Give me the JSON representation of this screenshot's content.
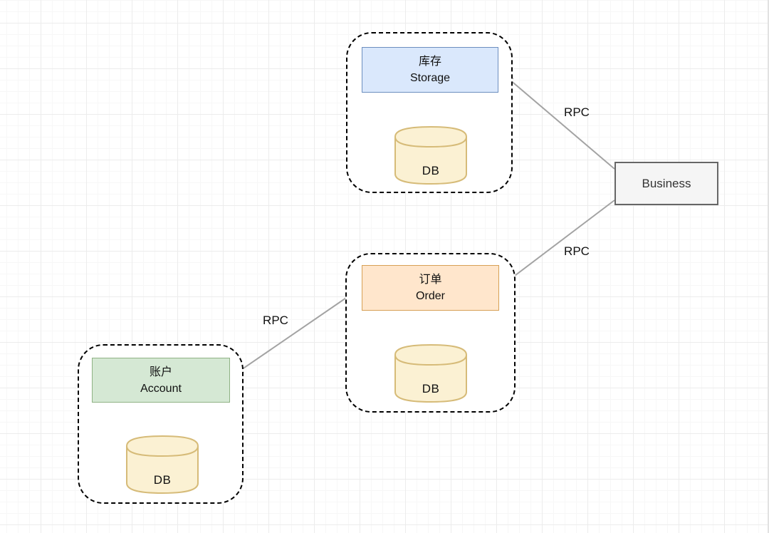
{
  "nodes": {
    "storage": {
      "title_zh": "库存",
      "title_en": "Storage",
      "db": "DB"
    },
    "order": {
      "title_zh": "订单",
      "title_en": "Order",
      "db": "DB"
    },
    "account": {
      "title_zh": "账户",
      "title_en": "Account",
      "db": "DB"
    },
    "business": {
      "label": "Business"
    }
  },
  "edges": {
    "business_storage": {
      "label": "RPC",
      "from": "Business",
      "to": "Storage"
    },
    "business_order": {
      "label": "RPC",
      "from": "Business",
      "to": "Order"
    },
    "order_account": {
      "label": "RPC",
      "from": "Order",
      "to": "Account"
    }
  },
  "colors": {
    "storage_fill": "#dae8fc",
    "storage_stroke": "#6c8ebf",
    "order_fill": "#ffe6cc",
    "order_stroke": "#d7a055",
    "account_fill": "#d5e8d4",
    "account_stroke": "#8fb284",
    "db_fill": "#fbf1d3",
    "db_stroke": "#d6bb78",
    "business_fill": "#f5f5f5",
    "business_stroke": "#666666",
    "connector": "#a3a3a3",
    "group_border": "#000000",
    "label_text": "#111111"
  }
}
